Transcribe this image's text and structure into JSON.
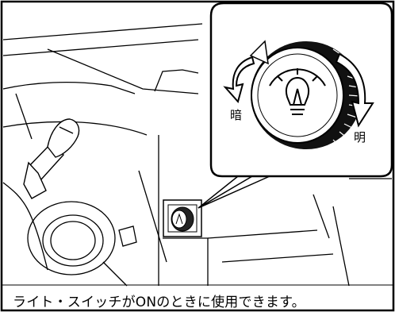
{
  "labels": {
    "dark": "暗",
    "bright": "明"
  },
  "caption": "ライト・スイッチがONのときに使用できます。",
  "icons": {
    "dial": "instrument-light-dial-icon",
    "arrow_dark": "rotate-up-arrow-icon",
    "arrow_bright": "rotate-down-arrow-icon",
    "bulb": "light-bulb-icon"
  }
}
